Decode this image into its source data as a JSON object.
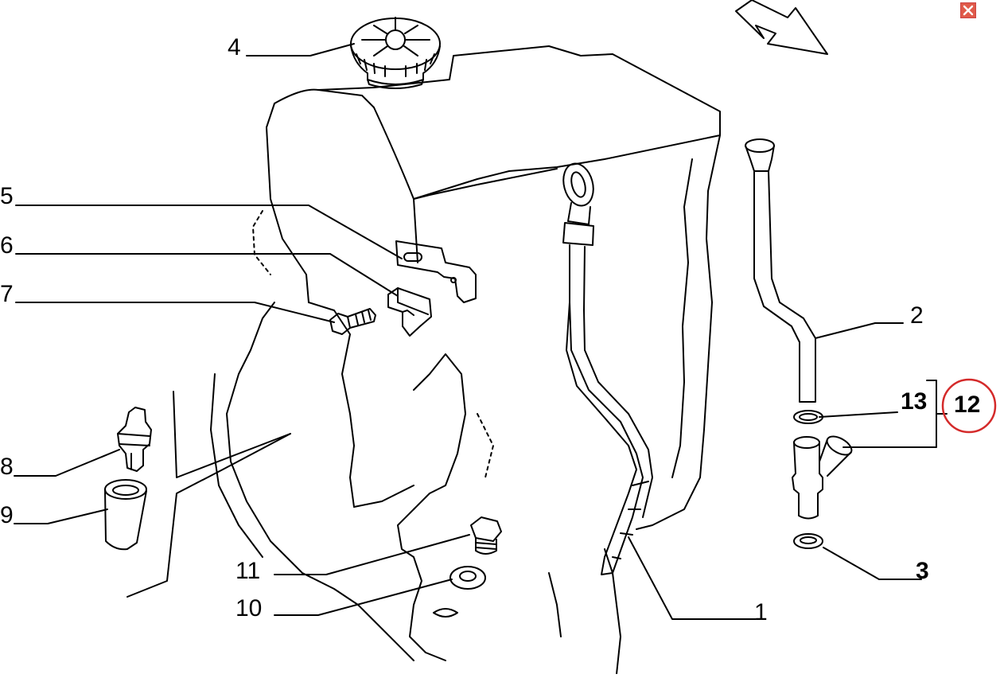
{
  "diagram": {
    "callouts": {
      "c1": "1",
      "c2": "2",
      "c3": "3",
      "c4": "4",
      "c5": "5",
      "c6": "6",
      "c7": "7",
      "c8": "8",
      "c9": "9",
      "c10": "10",
      "c11": "11",
      "c12": "12",
      "c13": "13"
    },
    "highlight": {
      "callout": "12",
      "color": "#d42a2a"
    }
  },
  "window": {
    "close_icon": "close-icon",
    "close_color": "#e05a4a"
  }
}
